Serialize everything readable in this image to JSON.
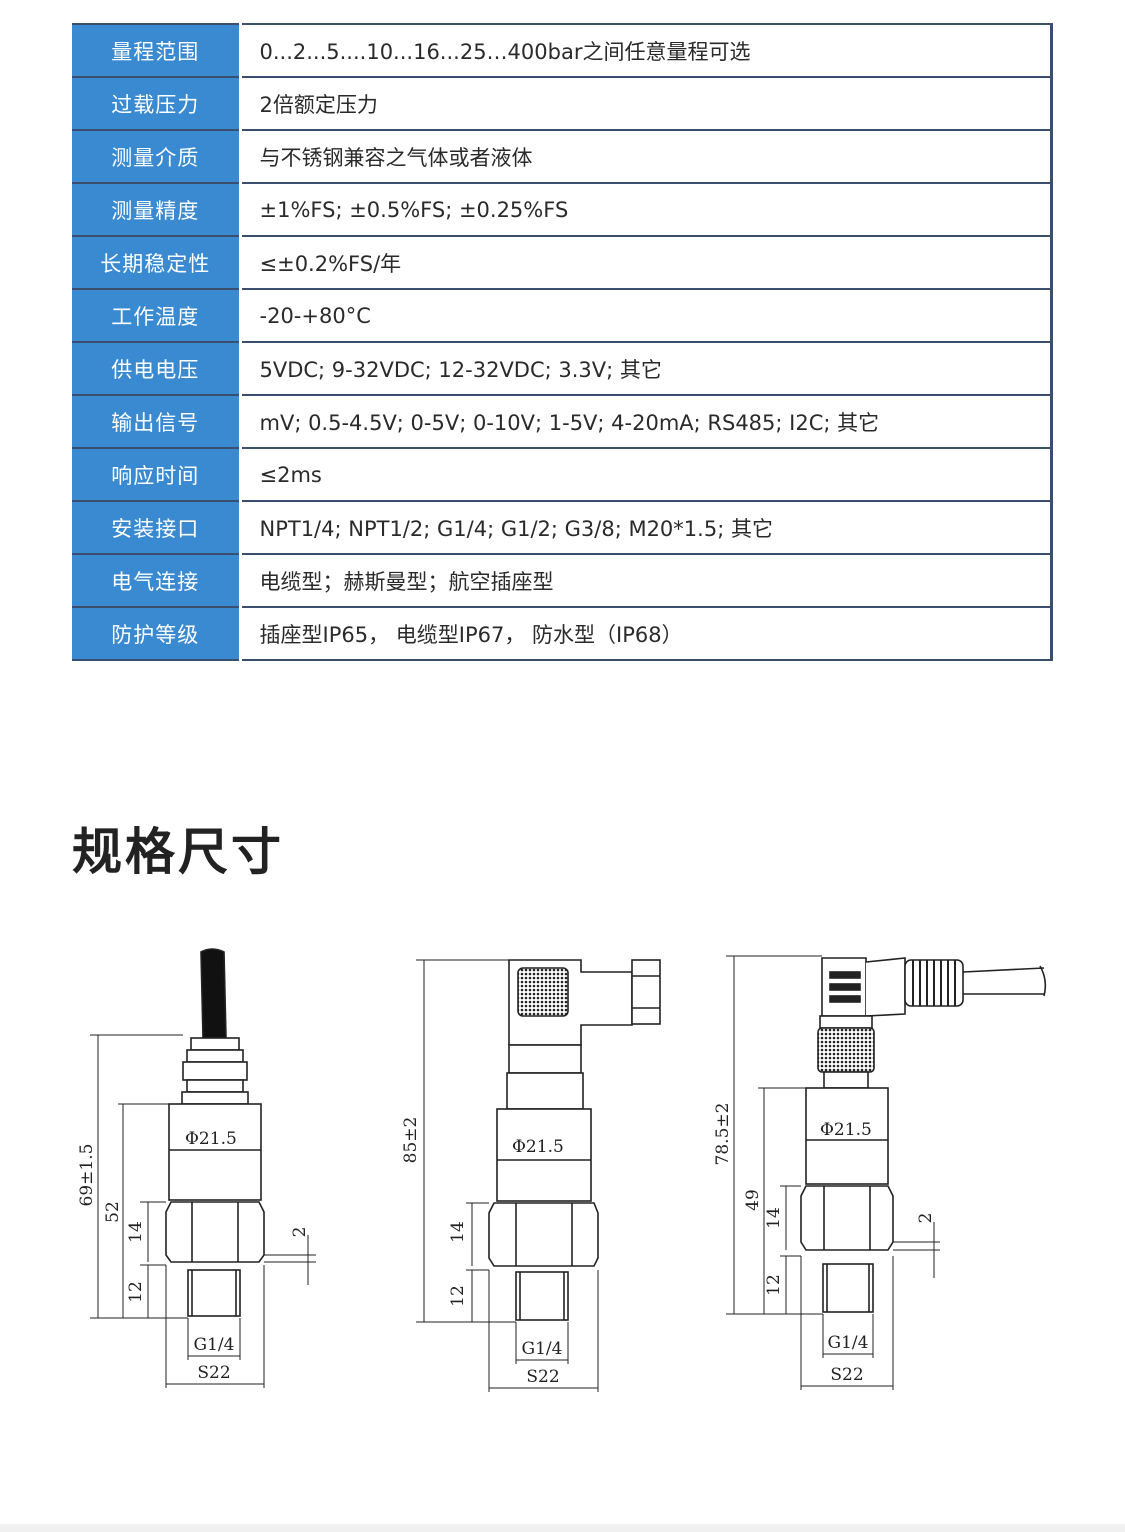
{
  "specs": [
    {
      "label": "量程范围",
      "value": "0...2...5....10...16...25…400bar之间任意量程可选"
    },
    {
      "label": "过载压力",
      "value": "2倍额定压力"
    },
    {
      "label": "测量介质",
      "value": "与不锈钢兼容之气体或者液体"
    },
    {
      "label": "测量精度",
      "value": "±1%FS;     ±0.5%FS;      ±0.25%FS"
    },
    {
      "label": "长期稳定性",
      "value": "≤±0.2%FS/年"
    },
    {
      "label": "工作温度",
      "value": "-20-+80°C"
    },
    {
      "label": "供电电压",
      "value": "5VDC; 9-32VDC; 12-32VDC; 3.3V; 其它"
    },
    {
      "label": "输出信号",
      "value": "mV; 0.5-4.5V; 0-5V; 0-10V; 1-5V; 4-20mA; RS485; I2C; 其它"
    },
    {
      "label": "响应时间",
      "value": "≤2ms"
    },
    {
      "label": "安装接口",
      "value": "NPT1/4; NPT1/2; G1/4; G1/2; G3/8; M20*1.5; 其它"
    },
    {
      "label": "电气连接",
      "value": "电缆型；赫斯曼型；航空插座型"
    },
    {
      "label": "防护等级",
      "value": "插座型IP65， 电缆型IP67， 防水型（IP68）"
    }
  ],
  "section_title": "规格尺寸",
  "drawings": {
    "cable": {
      "overall": "69±1.5",
      "body_len": "52",
      "hex": "14",
      "thread": "12",
      "gap": "2",
      "diameter": "Φ21.5",
      "port": "G1/4",
      "wrench": "S22"
    },
    "hirschmann": {
      "overall": "85±2",
      "hex": "14",
      "thread": "12",
      "diameter": "Φ21.5",
      "port": "G1/4",
      "wrench": "S22"
    },
    "aviation": {
      "overall": "78.5±2",
      "body_len": "49",
      "hex": "14",
      "thread": "12",
      "gap": "2",
      "diameter": "Φ21.5",
      "port": "G1/4",
      "wrench": "S22"
    }
  }
}
